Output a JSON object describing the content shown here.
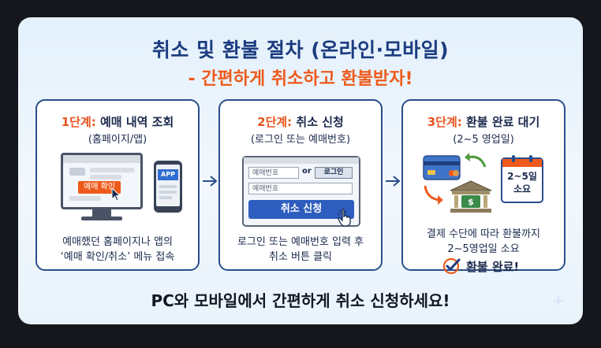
{
  "title": "취소 및 환불 절차 (온라인·모바일)",
  "subtitle": "- 간편하게 취소하고 환불받자!",
  "steps": [
    {
      "num": "1단계:",
      "heading": " 예매 내역 조회",
      "sub": "(홈페이지/앱)",
      "desc_line1": "예매했던 홈페이지나 앱의",
      "desc_line2": "‘예매 확인/취소’ 메뉴 접속",
      "button_label": "예매 확인",
      "app_label": "APP"
    },
    {
      "num": "2단계:",
      "heading": " 취소 신청",
      "sub": "(로그인 또는 예매번호)",
      "desc_line1": "로그인 또는 예매번호 입력 후",
      "desc_line2": "취소 버튼 클릭",
      "field1_placeholder": "예매번호",
      "or_label": "or",
      "login_label": "로그인",
      "field2_placeholder": "예매번호",
      "cancel_label": "취소 신청"
    },
    {
      "num": "3단계:",
      "heading": " 환불 완료 대기",
      "sub": "(2~5 영업일)",
      "desc_line1": "결제 수단에 따라 환불까지",
      "desc_line2": "2~5영업일 소요",
      "cal_line1": "2~5일",
      "cal_line2": "소요",
      "done_label": "환불 완료!"
    }
  ],
  "footer": "PC와 모바일에서 간편하게 취소 신청하세요!",
  "colors": {
    "accent": "#ee5a1b",
    "navy": "#1c3c80",
    "button_blue": "#2e5dbf",
    "check_green": "#5a9a3a"
  }
}
